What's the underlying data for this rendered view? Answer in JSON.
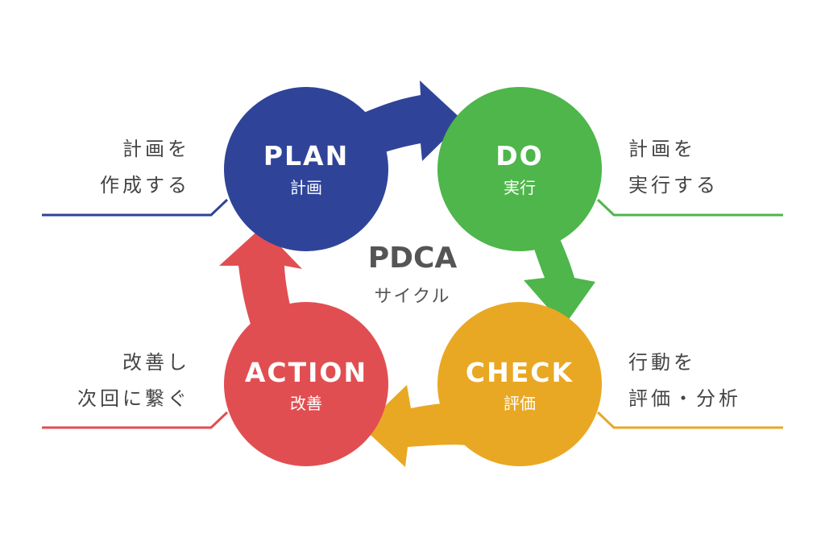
{
  "colors": {
    "plan": "#2f4499",
    "do": "#4eb64b",
    "check": "#e9a823",
    "action": "#e14e52",
    "text": "#444444"
  },
  "center": {
    "title": "PDCA",
    "subtitle": "サイクル"
  },
  "plan": {
    "title": "PLAN",
    "subtitle": "計画",
    "note_line1": "計画を",
    "note_line2": "作成する"
  },
  "do": {
    "title": "DO",
    "subtitle": "実行",
    "note_line1": "計画を",
    "note_line2": "実行する"
  },
  "check": {
    "title": "CHECK",
    "subtitle": "評価",
    "note_line1": "行動を",
    "note_line2": "評価・分析"
  },
  "action": {
    "title": "ACTION",
    "subtitle": "改善",
    "note_line1": "改善し",
    "note_line2": "次回に繋ぐ"
  }
}
